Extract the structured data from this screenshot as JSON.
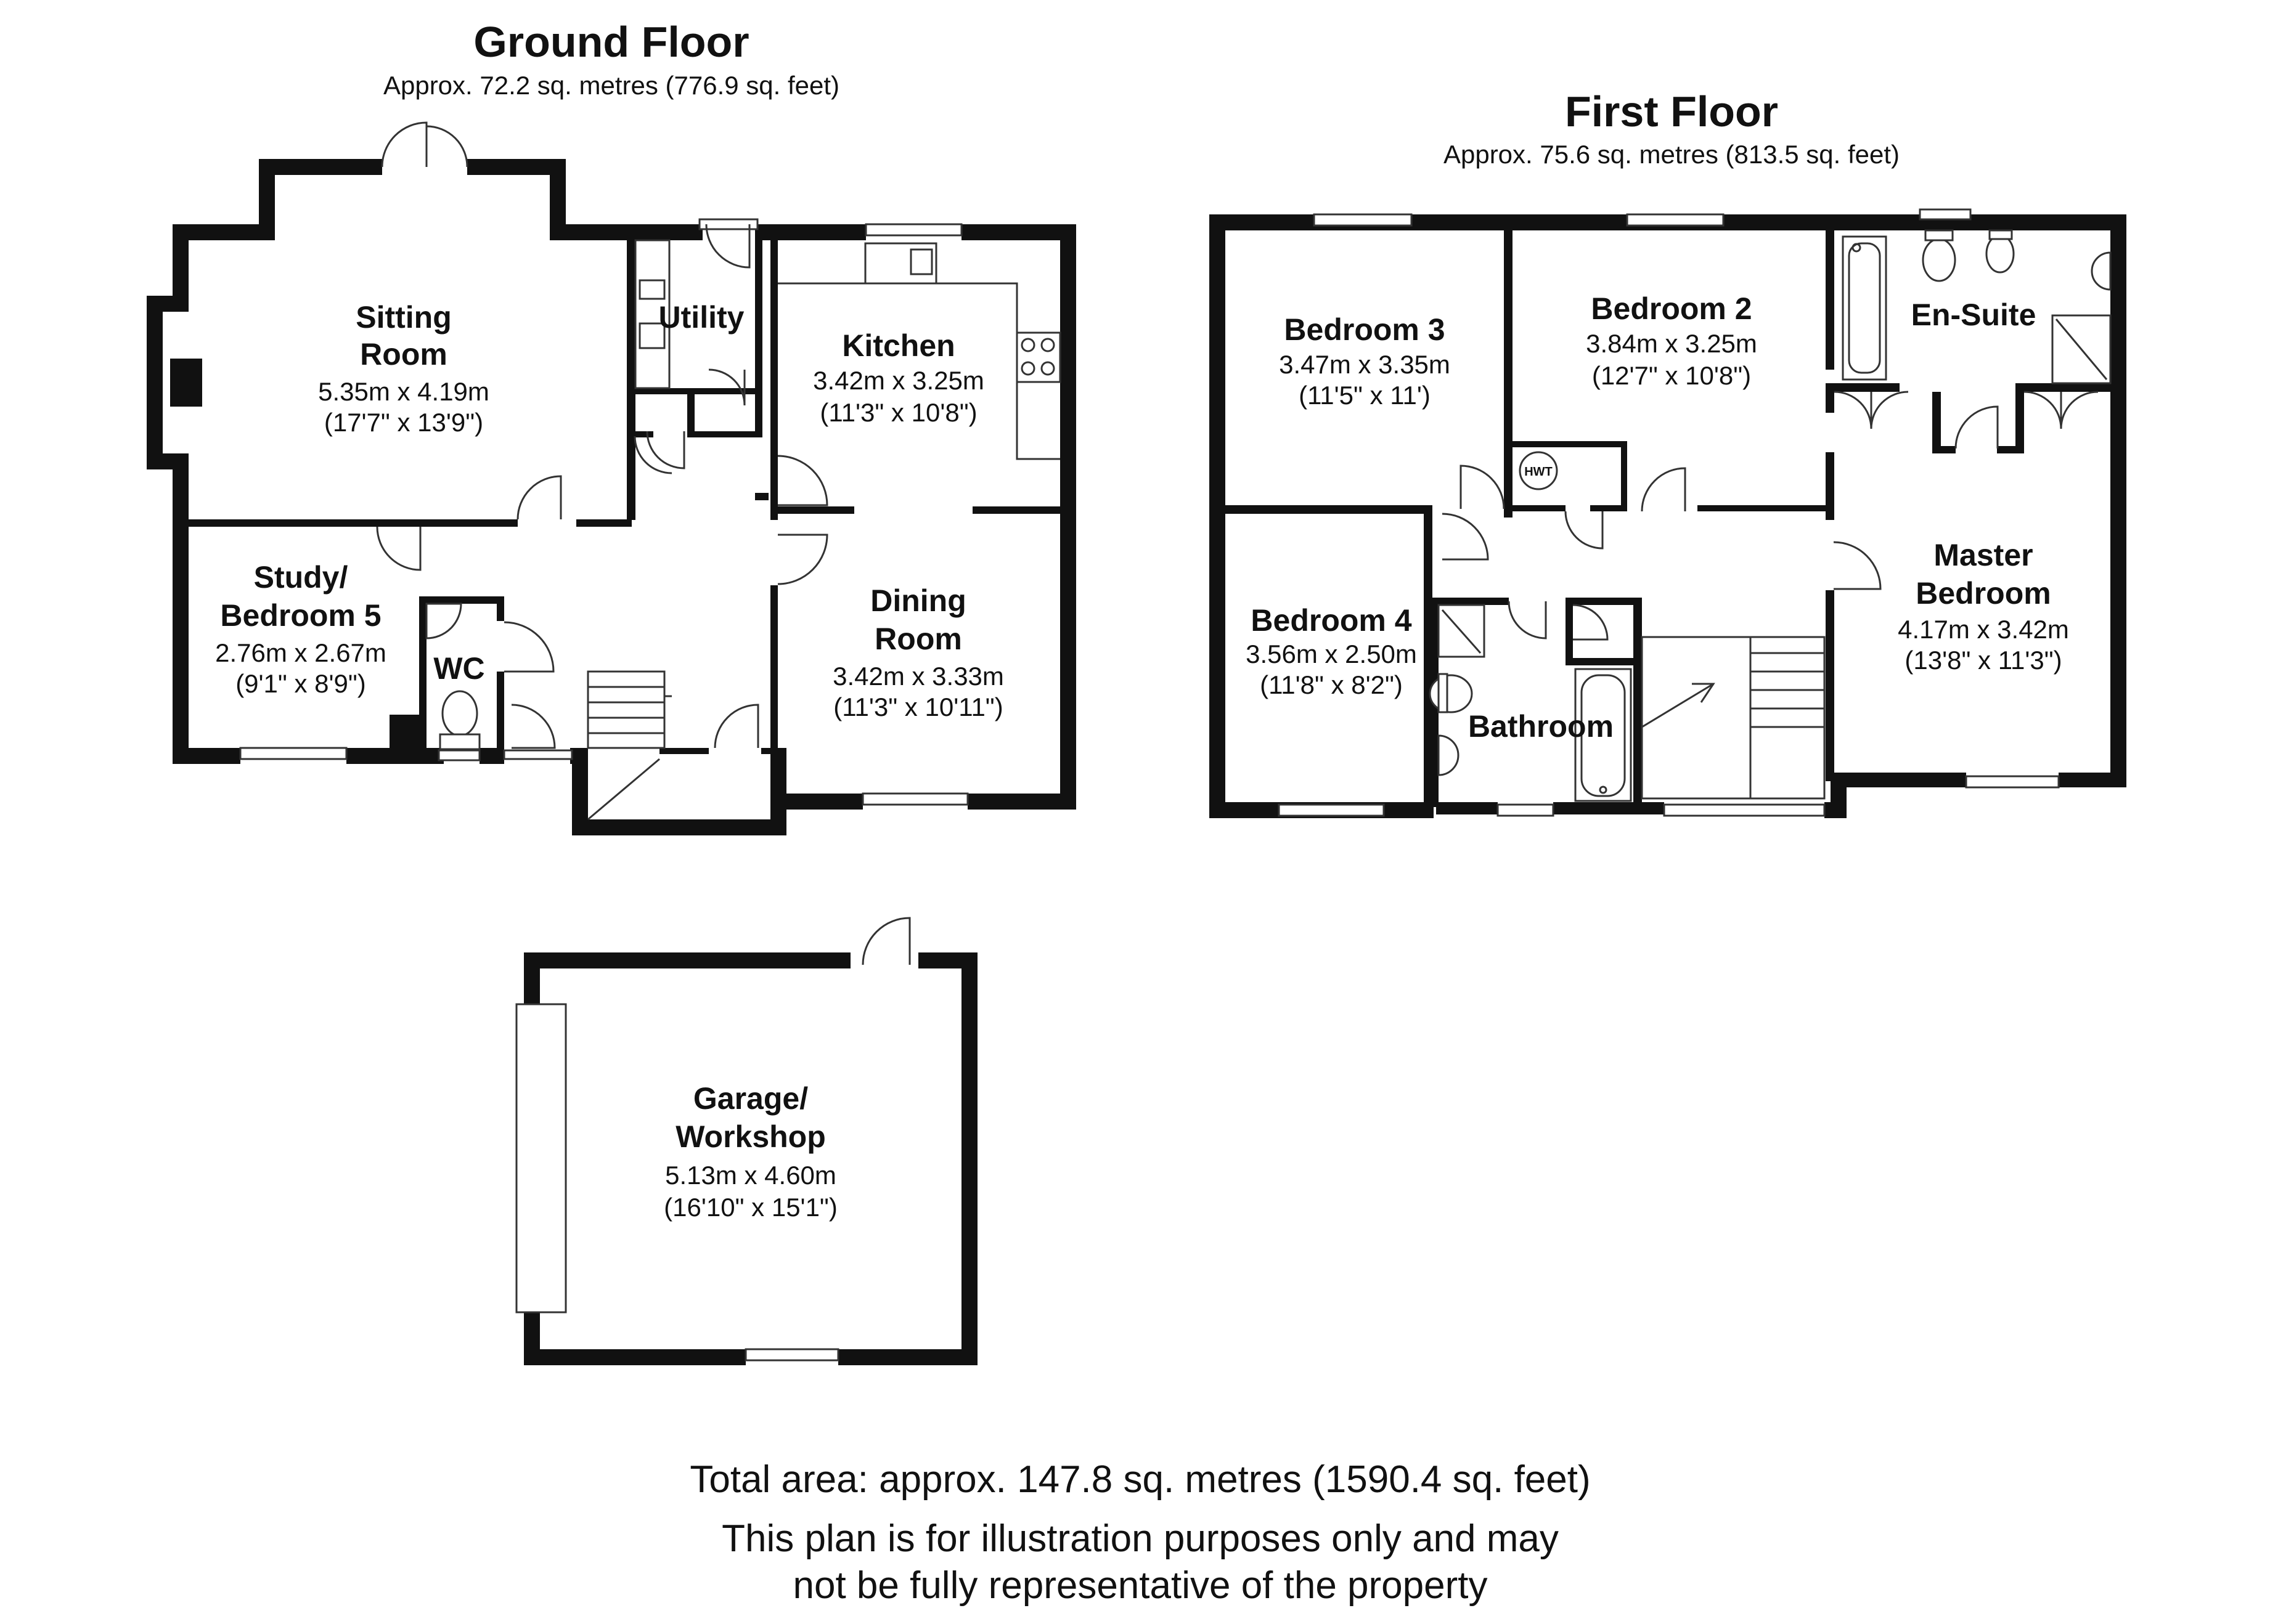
{
  "ground_floor": {
    "title": "Ground Floor",
    "area": "Approx. 72.2 sq. metres (776.9 sq. feet)",
    "rooms": {
      "sitting_room": {
        "name_1": "Sitting",
        "name_2": "Room",
        "dim_m": "5.35m x 4.19m",
        "dim_ft": "(17'7\" x 13'9\")"
      },
      "utility": {
        "name": "Utility"
      },
      "kitchen": {
        "name": "Kitchen",
        "dim_m": "3.42m x 3.25m",
        "dim_ft": "(11'3\" x 10'8\")"
      },
      "study": {
        "name_1": "Study/",
        "name_2": "Bedroom 5",
        "dim_m": "2.76m x 2.67m",
        "dim_ft": "(9'1\" x 8'9\")"
      },
      "wc": {
        "name": "WC"
      },
      "dining_room": {
        "name_1": "Dining",
        "name_2": "Room",
        "dim_m": "3.42m x 3.33m",
        "dim_ft": "(11'3\" x 10'11\")"
      }
    }
  },
  "first_floor": {
    "title": "First Floor",
    "area": "Approx. 75.6 sq. metres (813.5 sq. feet)",
    "hwt_label": "HWT",
    "rooms": {
      "bedroom_3": {
        "name": "Bedroom 3",
        "dim_m": "3.47m x 3.35m",
        "dim_ft": "(11'5\" x 11')"
      },
      "bedroom_2": {
        "name": "Bedroom 2",
        "dim_m": "3.84m x 3.25m",
        "dim_ft": "(12'7\" x 10'8\")"
      },
      "en_suite": {
        "name": "En-Suite"
      },
      "bedroom_4": {
        "name": "Bedroom 4",
        "dim_m": "3.56m x 2.50m",
        "dim_ft": "(11'8\" x 8'2\")"
      },
      "bathroom": {
        "name": "Bathroom"
      },
      "master_bedroom": {
        "name_1": "Master",
        "name_2": "Bedroom",
        "dim_m": "4.17m x 3.42m",
        "dim_ft": "(13'8\" x 11'3\")"
      }
    }
  },
  "garage": {
    "name_1": "Garage/",
    "name_2": "Workshop",
    "dim_m": "5.13m x 4.60m",
    "dim_ft": "(16'10\" x 15'1\")"
  },
  "footer": {
    "total_area": "Total area: approx. 147.8 sq. metres (1590.4 sq. feet)",
    "disclaimer_1": "This plan is for illustration purposes only and may",
    "disclaimer_2": "not be fully representative of the property"
  }
}
